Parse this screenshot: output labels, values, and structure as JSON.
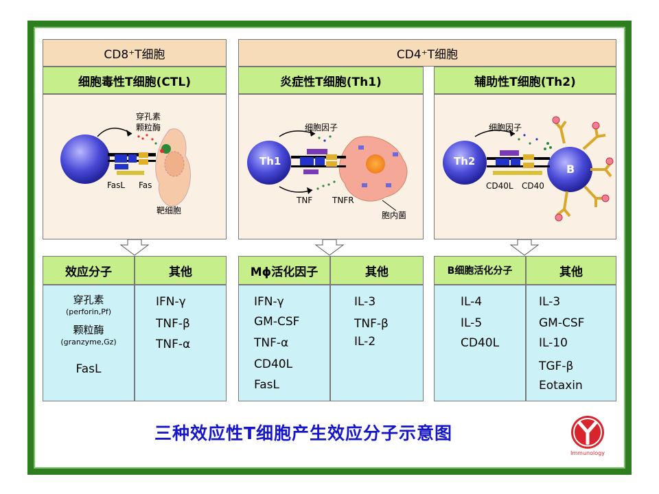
{
  "headers": {
    "cd8": "CD8⁺T细胞",
    "cd4": "CD4⁺T细胞"
  },
  "subheaders": {
    "ctl": "细胞毒性T细胞(CTL)",
    "th1": "炎症性T细胞(Th1)",
    "th2": "辅助性T细胞(Th2)"
  },
  "panel_ctl": {
    "granule_label_1": "穿孔素",
    "granule_label_2": "颗粒酶",
    "fasl": "FasL",
    "fas": "Fas",
    "target": "靶细胞"
  },
  "panel_th1": {
    "cell": "Th1",
    "cytokine": "细胞因子",
    "tnf": "TNF",
    "tnfr": "TNFR",
    "bacteria": "胞内菌"
  },
  "panel_th2": {
    "cell": "Th2",
    "b_cell": "B",
    "cytokine": "细胞因子",
    "cd40l": "CD40L",
    "cd40": "CD40"
  },
  "tables": {
    "ctl": {
      "col1_header": "效应分子",
      "col2_header": "其他",
      "col1": {
        "perforin": "穿孔素",
        "perforin_abbr": "(perforin,Pf)",
        "granzyme": "颗粒酶",
        "granzyme_abbr": "(granzyme,Gz)",
        "fasl": "FasL"
      },
      "col2": [
        "IFN-γ",
        "TNF-β",
        "TNF-α"
      ]
    },
    "th1": {
      "col1_header": "Mϕ活化因子",
      "col2_header": "其他",
      "col1": [
        "IFN-γ",
        "GM-CSF",
        "TNF-α",
        "CD40L",
        "FasL"
      ],
      "col2": [
        "IL-3",
        "TNF-β",
        "IL-2"
      ]
    },
    "th2": {
      "col1_header": "B细胞活化分子",
      "col2_header": "其他",
      "col1": [
        "IL-4",
        "IL-5",
        "CD40L"
      ],
      "col2": [
        "IL-3",
        "GM-CSF",
        "IL-10",
        "TGF-β",
        "Eotaxin"
      ]
    }
  },
  "title": "三种效应性T细胞产生效应分子示意图",
  "logo_text": "Immunology",
  "colors": {
    "frame": "#2e7d1e",
    "header_tan": "#f6dcb8",
    "header_green": "#c6ee8a",
    "table_blue": "#ccf1f6",
    "title_blue": "#1616c8",
    "logo_red": "#d8242c"
  }
}
